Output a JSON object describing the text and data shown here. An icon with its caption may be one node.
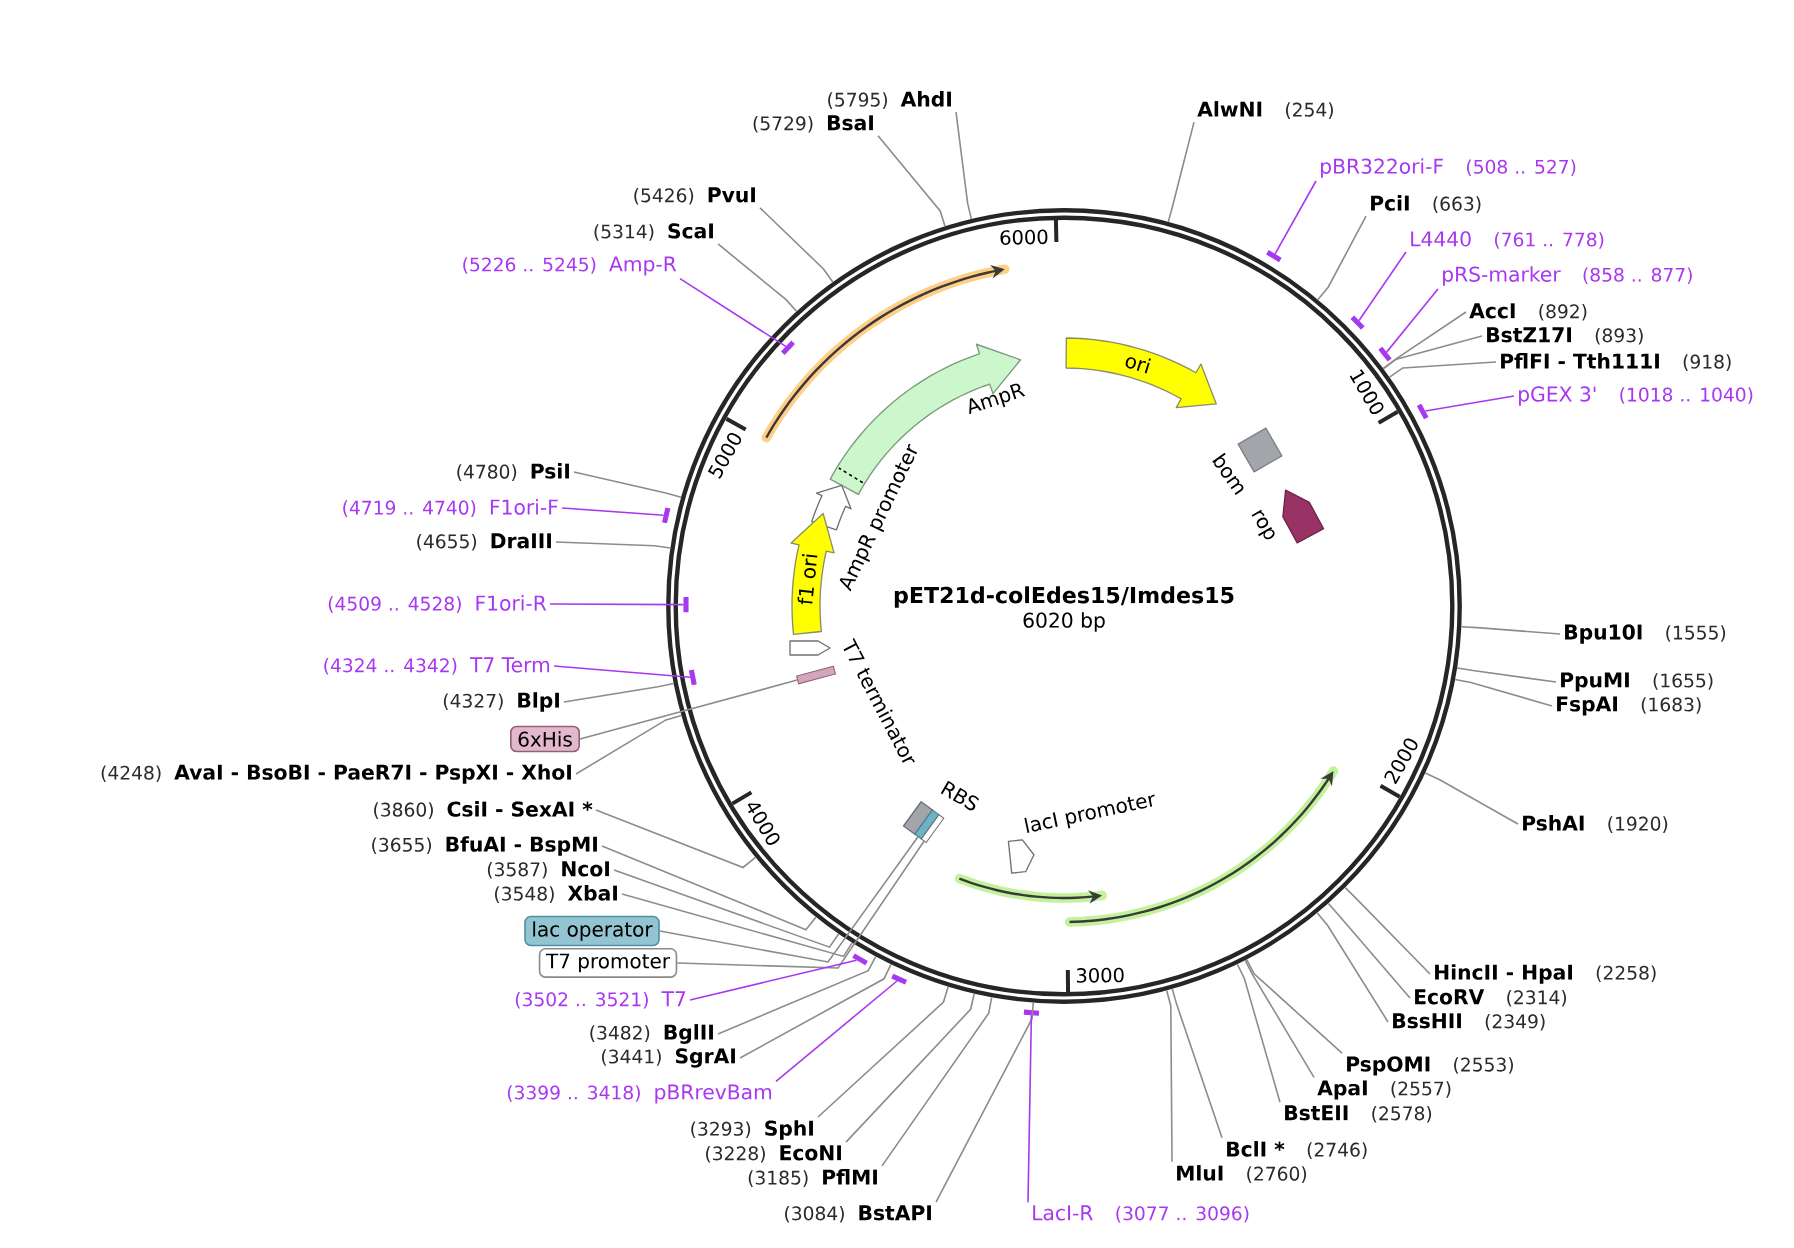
{
  "diagram": {
    "nodes": [
      {
        "text": [
          "pET21d-colEdes15/Imdes15",
          "6020 bp"
        ]
      },
      {
        "text": [
          "ori"
        ],
        "in": 0
      },
      {
        "text": [
          "AmpR"
        ],
        "in": 0
      },
      {
        "text": [
          "bom"
        ],
        "in": 0
      },
      {
        "text": [
          "AmpR promoter"
        ],
        "in": 0
      },
      {
        "text": [
          "rop"
        ],
        "in": 0
      },
      {
        "text": [
          "f1 ori"
        ],
        "in": 0
      },
      {
        "text": [
          "T7 terminator"
        ],
        "in": 0
      },
      {
        "text": [],
        "shape": "bar",
        "in": 0
      },
      {
        "text": [
          "RBS"
        ],
        "in": 0
      },
      {
        "text": [],
        "shape": "bar",
        "in": 0
      },
      {
        "text": [],
        "shape": "bar",
        "in": 0
      },
      {
        "text": [
          "lacI promoter"
        ],
        "in": 0
      },
      {
        "text": [
          "(5795)",
          "AhdI"
        ]
      },
      {
        "text": [
          "AlwNI",
          "(254)"
        ]
      },
      {
        "text": [
          "(5729)",
          "BsaI"
        ]
      },
      {
        "text": [
          "pBR322ori-F",
          "(508 .. 527)"
        ]
      },
      {
        "text": [
          "(5426)",
          "PvuI"
        ]
      },
      {
        "text": [
          "PciI",
          "(663)"
        ]
      },
      {
        "text": [
          "(5314)",
          "ScaI"
        ]
      },
      {
        "text": [
          "L4440",
          "(761 .. 778)"
        ]
      },
      {
        "text": [
          "(5226 .. 5245)",
          "Amp-R"
        ]
      },
      {
        "text": [
          "pRS-marker",
          "(858 .. 877)"
        ]
      },
      {
        "text": [
          "AccI",
          "(892)"
        ]
      },
      {
        "text": [
          "BstZ17I",
          "(893)"
        ]
      },
      {
        "text": [
          "PflFI - Tth111I",
          "(918)"
        ]
      },
      {
        "text": [
          "pGEX 3'",
          "(1018 .. 1040)"
        ]
      },
      {
        "text": [
          "(4780)",
          "PsiI"
        ]
      },
      {
        "text": [
          "(4719 .. 4740)",
          "F1ori-F"
        ]
      },
      {
        "text": [
          "(4655)",
          "DraIII"
        ]
      },
      {
        "text": [
          "(4509 .. 4528)",
          "F1ori-R"
        ]
      },
      {
        "text": [
          "Bpu10I",
          "(1555)"
        ]
      },
      {
        "text": [
          "(4324 .. 4342)",
          "T7 Term"
        ]
      },
      {
        "text": [
          "PpuMI",
          "(1655)"
        ]
      },
      {
        "text": [
          "(4327)",
          "BlpI"
        ]
      },
      {
        "text": [
          "FspAI",
          "(1683)"
        ]
      },
      {
        "text": [
          "6xHis"
        ]
      },
      {
        "text": [
          "(4248)",
          "AvaI - BsoBI - PaeR7I - PspXI - XhoI"
        ]
      },
      {
        "text": [
          "(3860)",
          "CsiI - SexAI *"
        ]
      },
      {
        "text": [
          "PshAI",
          "(1920)"
        ]
      },
      {
        "text": [
          "(3655)",
          "BfuAI - BspMI"
        ]
      },
      {
        "text": [
          "(3587)",
          "NcoI"
        ]
      },
      {
        "text": [
          "(3548)",
          "XbaI"
        ]
      },
      {
        "text": [
          "lac operator"
        ]
      },
      {
        "text": [
          "T7 promoter"
        ]
      },
      {
        "text": [
          "HincII - HpaI",
          "(2258)"
        ]
      },
      {
        "text": [
          "EcoRV",
          "(2314)"
        ]
      },
      {
        "text": [
          "(3502 .. 3521)",
          "T7"
        ]
      },
      {
        "text": [
          "BssHII",
          "(2349)"
        ]
      },
      {
        "text": [
          "(3482)",
          "BglII"
        ]
      },
      {
        "text": [
          "(3441)",
          "SgrAI"
        ]
      },
      {
        "text": [
          "PspOMI",
          "(2553)"
        ]
      },
      {
        "text": [
          "ApaI",
          "(2557)"
        ]
      },
      {
        "text": [
          "(3399 .. 3418)",
          "pBRrevBam"
        ]
      },
      {
        "text": [
          "BstEII",
          "(2578)"
        ]
      },
      {
        "text": [
          "(3293)",
          "SphI"
        ]
      },
      {
        "text": [
          "BclI *",
          "(2746)"
        ]
      },
      {
        "text": [
          "(3228)",
          "EcoNI"
        ]
      },
      {
        "text": [
          "MluI",
          "(2760)"
        ]
      },
      {
        "text": [
          "(3185)",
          "PflMI"
        ]
      },
      {
        "text": [
          "(3084)",
          "BstAPI"
        ]
      },
      {
        "text": [
          "LacI-R",
          "(3077 .. 3096)"
        ]
      },
      {
        "text": [],
        "shape": "bar"
      },
      {
        "text": [],
        "shape": "bar"
      },
      {
        "text": [],
        "shape": "bar",
        "in": 0
      },
      {
        "text": [],
        "shape": "bar"
      },
      {
        "text": [],
        "shape": "bar"
      },
      {
        "text": [],
        "shape": "bar"
      },
      {
        "text": [],
        "shape": "bar",
        "in": 0
      },
      {
        "text": [],
        "shape": "bar",
        "in": 0
      },
      {
        "text": [],
        "shape": "bar"
      },
      {
        "text": [],
        "shape": "bar"
      },
      {
        "text": [],
        "shape": "bar"
      }
    ],
    "edges": [
      {
        "from": 13,
        "to": 0,
        "arrow": "none"
      },
      {
        "from": 14,
        "to": 0,
        "arrow": "none"
      },
      {
        "from": 15,
        "to": 0,
        "arrow": "none"
      },
      {
        "from": 16,
        "to": 62,
        "arrow": "none",
        "color": "#a838f0"
      },
      {
        "from": 17,
        "to": 0,
        "arrow": "none"
      },
      {
        "from": 18,
        "to": 0,
        "arrow": "none"
      },
      {
        "from": 19,
        "to": 0,
        "arrow": "none"
      },
      {
        "from": 20,
        "to": 63,
        "arrow": "none",
        "color": "#a838f0"
      },
      {
        "from": 21,
        "to": 64,
        "arrow": "none",
        "color": "#a838f0"
      },
      {
        "from": 22,
        "to": 65,
        "arrow": "none",
        "color": "#a838f0"
      },
      {
        "from": 23,
        "to": 0,
        "arrow": "none"
      },
      {
        "from": 24,
        "to": 0,
        "arrow": "none"
      },
      {
        "from": 25,
        "to": 0,
        "arrow": "none"
      },
      {
        "from": 26,
        "to": 66,
        "arrow": "none",
        "color": "#a838f0"
      },
      {
        "from": 27,
        "to": 0,
        "arrow": "none"
      },
      {
        "from": 28,
        "to": 67,
        "arrow": "none",
        "color": "#a838f0"
      },
      {
        "from": 29,
        "to": 0,
        "arrow": "none"
      },
      {
        "from": 30,
        "to": 68,
        "arrow": "none",
        "color": "#a838f0"
      },
      {
        "from": 31,
        "to": 0,
        "arrow": "none"
      },
      {
        "from": 32,
        "to": 69,
        "arrow": "none",
        "color": "#a838f0"
      },
      {
        "from": 33,
        "to": 0,
        "arrow": "none"
      },
      {
        "from": 34,
        "to": 0,
        "arrow": "none"
      },
      {
        "from": 35,
        "to": 0,
        "arrow": "none"
      },
      {
        "from": 36,
        "to": 8,
        "arrow": "none"
      },
      {
        "from": 37,
        "to": 0,
        "arrow": "none"
      },
      {
        "from": 38,
        "to": 0,
        "arrow": "none"
      },
      {
        "from": 39,
        "to": 0,
        "arrow": "none"
      },
      {
        "from": 40,
        "to": 0,
        "arrow": "none"
      },
      {
        "from": 41,
        "to": 0,
        "arrow": "none"
      },
      {
        "from": 42,
        "to": 0,
        "arrow": "none"
      },
      {
        "from": 43,
        "to": 10,
        "arrow": "none"
      },
      {
        "from": 44,
        "to": 11,
        "arrow": "none"
      },
      {
        "from": 45,
        "to": 0,
        "arrow": "none"
      },
      {
        "from": 46,
        "to": 0,
        "arrow": "none"
      },
      {
        "from": 47,
        "to": 70,
        "arrow": "none",
        "color": "#a838f0"
      },
      {
        "from": 48,
        "to": 0,
        "arrow": "none"
      },
      {
        "from": 49,
        "to": 0,
        "arrow": "none"
      },
      {
        "from": 50,
        "to": 0,
        "arrow": "none"
      },
      {
        "from": 51,
        "to": 0,
        "arrow": "none"
      },
      {
        "from": 52,
        "to": 0,
        "arrow": "none"
      },
      {
        "from": 53,
        "to": 71,
        "arrow": "none",
        "color": "#a838f0"
      },
      {
        "from": 54,
        "to": 0,
        "arrow": "none"
      },
      {
        "from": 55,
        "to": 0,
        "arrow": "none"
      },
      {
        "from": 56,
        "to": 0,
        "arrow": "none"
      },
      {
        "from": 57,
        "to": 0,
        "arrow": "none"
      },
      {
        "from": 58,
        "to": 0,
        "arrow": "none"
      },
      {
        "from": 59,
        "to": 0,
        "arrow": "none"
      },
      {
        "from": 60,
        "to": 0,
        "arrow": "none"
      },
      {
        "from": 61,
        "to": 72,
        "arrow": "none",
        "color": "#a838f0"
      }
    ],
    "labels": [
      "6000",
      "1000",
      "5000",
      "2000",
      "4000",
      "3000"
    ]
  }
}
